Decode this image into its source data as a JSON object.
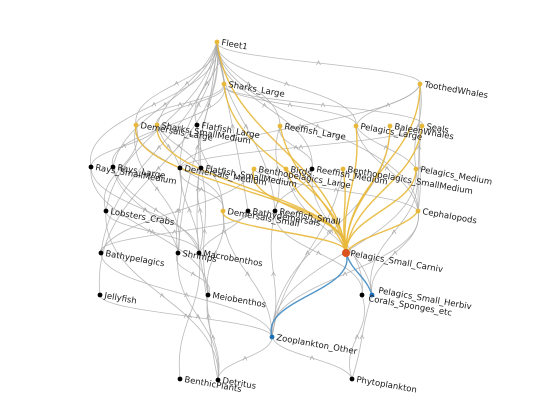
{
  "colors": {
    "edge_default": "#a9a9a9",
    "edge_highlight_in": "#e8b83a",
    "edge_highlight_out": "#4a8fc4",
    "node_default": "#000000",
    "node_predator": "#e8b83a",
    "node_selected": "#d9541e",
    "node_prey": "#1f6fb5"
  },
  "nodes": [
    {
      "id": "Fleet1",
      "label": "Fleet1",
      "role": "predator"
    },
    {
      "id": "Sharks_Large",
      "label": "Sharks_Large",
      "role": "predator"
    },
    {
      "id": "ToothedWhales",
      "label": "ToothedWhales",
      "role": "predator"
    },
    {
      "id": "Sharks_SmallMedium",
      "label": "Sharks_SmallMedium",
      "role": "predator"
    },
    {
      "id": "Flatfish_Large",
      "label": "Flatfish_Large",
      "role": "default"
    },
    {
      "id": "Demersals_Large",
      "label": "Demersals_Large",
      "role": "predator"
    },
    {
      "id": "Reeffish_Large",
      "label": "Reeffish_Large",
      "role": "predator"
    },
    {
      "id": "Pelagics_Large",
      "label": "Pelagics_Large",
      "role": "predator"
    },
    {
      "id": "BaleenWhales",
      "label": "BaleenWhales",
      "role": "predator"
    },
    {
      "id": "Seals",
      "label": "Seals",
      "role": "predator"
    },
    {
      "id": "Rays_Large",
      "label": "Rays_Large",
      "role": "default"
    },
    {
      "id": "Rays_SmallMedium",
      "label": "Rays_SmallMedium",
      "role": "default"
    },
    {
      "id": "Flatfish_SmallMedium",
      "label": "Flatfish_SmallMedium",
      "role": "default"
    },
    {
      "id": "Demersals_Medium",
      "label": "Demersals_Medium",
      "role": "default"
    },
    {
      "id": "Benthopelagics_Large",
      "label": "Benthopelagics_Large",
      "role": "predator"
    },
    {
      "id": "Birds",
      "label": "Birds",
      "role": "predator"
    },
    {
      "id": "Reeffish_Medium",
      "label": "Reeffish_Medium",
      "role": "default"
    },
    {
      "id": "Benthopelagics_SmallMedium",
      "label": "Benthopelagics_SmallMedium",
      "role": "predator"
    },
    {
      "id": "Pelagics_Medium",
      "label": "Pelagics_Medium",
      "role": "predator"
    },
    {
      "id": "Lobsters_Crabs",
      "label": "Lobsters_Crabs",
      "role": "default"
    },
    {
      "id": "Bathydemersals",
      "label": "Bathydemersals",
      "role": "default"
    },
    {
      "id": "Demersals_Small",
      "label": "Demersals_Small",
      "role": "predator"
    },
    {
      "id": "Reeffish_Small",
      "label": "Reeffish_Small",
      "role": "default"
    },
    {
      "id": "Cephalopods",
      "label": "Cephalopods",
      "role": "predator"
    },
    {
      "id": "Pelagics_Small_Carniv",
      "label": "Pelagics_Small_Carniv",
      "role": "selected"
    },
    {
      "id": "Bathypelagics",
      "label": "Bathypelagics",
      "role": "default"
    },
    {
      "id": "Shrimps",
      "label": "Shrimps",
      "role": "default"
    },
    {
      "id": "Macrobenthos",
      "label": "Macrobenthos",
      "role": "default"
    },
    {
      "id": "Jellyfish",
      "label": "Jellyfish",
      "role": "default"
    },
    {
      "id": "Meiobenthos",
      "label": "Meiobenthos",
      "role": "default"
    },
    {
      "id": "Pelagics_Small_Herbiv",
      "label": "Pelagics_Small_Herbiv",
      "role": "prey"
    },
    {
      "id": "Corals_Sponges_etc",
      "label": "Corals_Sponges_etc",
      "role": "default"
    },
    {
      "id": "Zooplankton_Other",
      "label": "Zooplankton_Other",
      "role": "prey"
    },
    {
      "id": "Detritus",
      "label": "Detritus",
      "role": "default"
    },
    {
      "id": "BenthicPlants",
      "label": "BenthicPlants",
      "role": "default"
    },
    {
      "id": "Phytoplankton",
      "label": "Phytoplankton",
      "role": "default"
    }
  ],
  "edges": [
    [
      "Pelagics_Small_Carniv",
      "Fleet1",
      "in"
    ],
    [
      "Pelagics_Small_Carniv",
      "Sharks_Large",
      "in"
    ],
    [
      "Pelagics_Small_Carniv",
      "ToothedWhales",
      "in"
    ],
    [
      "Pelagics_Small_Carniv",
      "Sharks_SmallMedium",
      "in"
    ],
    [
      "Pelagics_Small_Carniv",
      "Demersals_Large",
      "in"
    ],
    [
      "Pelagics_Small_Carniv",
      "Reeffish_Large",
      "in"
    ],
    [
      "Pelagics_Small_Carniv",
      "Pelagics_Large",
      "in"
    ],
    [
      "Pelagics_Small_Carniv",
      "BaleenWhales",
      "in"
    ],
    [
      "Pelagics_Small_Carniv",
      "Seals",
      "in"
    ],
    [
      "Pelagics_Small_Carniv",
      "Benthopelagics_Large",
      "in"
    ],
    [
      "Pelagics_Small_Carniv",
      "Birds",
      "in"
    ],
    [
      "Pelagics_Small_Carniv",
      "Benthopelagics_SmallMedium",
      "in"
    ],
    [
      "Pelagics_Small_Carniv",
      "Pelagics_Medium",
      "in"
    ],
    [
      "Pelagics_Small_Carniv",
      "Demersals_Small",
      "in"
    ],
    [
      "Pelagics_Small_Carniv",
      "Cephalopods",
      "in"
    ],
    [
      "Zooplankton_Other",
      "Pelagics_Small_Carniv",
      "out"
    ],
    [
      "Pelagics_Small_Herbiv",
      "Pelagics_Small_Carniv",
      "out"
    ],
    [
      "Sharks_Large",
      "Fleet1",
      "d"
    ],
    [
      "ToothedWhales",
      "Fleet1",
      "d"
    ],
    [
      "Sharks_SmallMedium",
      "Fleet1",
      "d"
    ],
    [
      "Flatfish_Large",
      "Fleet1",
      "d"
    ],
    [
      "Demersals_Large",
      "Fleet1",
      "d"
    ],
    [
      "Reeffish_Large",
      "Fleet1",
      "d"
    ],
    [
      "Pelagics_Large",
      "Fleet1",
      "d"
    ],
    [
      "Rays_Large",
      "Fleet1",
      "d"
    ],
    [
      "Rays_SmallMedium",
      "Fleet1",
      "d"
    ],
    [
      "Flatfish_SmallMedium",
      "Fleet1",
      "d"
    ],
    [
      "Demersals_Medium",
      "Fleet1",
      "d"
    ],
    [
      "Reeffish_Medium",
      "Fleet1",
      "d"
    ],
    [
      "Lobsters_Crabs",
      "Fleet1",
      "d"
    ],
    [
      "Bathydemersals",
      "Fleet1",
      "d"
    ],
    [
      "Reeffish_Small",
      "Fleet1",
      "d"
    ],
    [
      "Cephalopods",
      "Fleet1",
      "d"
    ],
    [
      "Shrimps",
      "Fleet1",
      "d"
    ],
    [
      "Bathypelagics",
      "Fleet1",
      "d"
    ],
    [
      "Jellyfish",
      "Fleet1",
      "d"
    ],
    [
      "Sharks_SmallMedium",
      "Sharks_Large",
      "d"
    ],
    [
      "Demersals_Large",
      "Sharks_Large",
      "d"
    ],
    [
      "Pelagics_Large",
      "Sharks_Large",
      "d"
    ],
    [
      "Seals",
      "Sharks_Large",
      "d"
    ],
    [
      "Rays_Large",
      "Sharks_Large",
      "d"
    ],
    [
      "Pelagics_Medium",
      "ToothedWhales",
      "d"
    ],
    [
      "Cephalopods",
      "ToothedWhales",
      "d"
    ],
    [
      "Pelagics_Large",
      "ToothedWhales",
      "d"
    ],
    [
      "Demersals_Medium",
      "ToothedWhales",
      "d"
    ],
    [
      "Flatfish_SmallMedium",
      "Sharks_SmallMedium",
      "d"
    ],
    [
      "Demersals_Medium",
      "Sharks_SmallMedium",
      "d"
    ],
    [
      "Rays_SmallMedium",
      "Sharks_SmallMedium",
      "d"
    ],
    [
      "Demersals_Small",
      "Demersals_Large",
      "d"
    ],
    [
      "Shrimps",
      "Demersals_Large",
      "d"
    ],
    [
      "Lobsters_Crabs",
      "Demersals_Large",
      "d"
    ],
    [
      "Macrobenthos",
      "Flatfish_Large",
      "d"
    ],
    [
      "Demersals_Small",
      "Flatfish_Large",
      "d"
    ],
    [
      "Reeffish_Medium",
      "Reeffish_Large",
      "d"
    ],
    [
      "Reeffish_Small",
      "Reeffish_Large",
      "d"
    ],
    [
      "Pelagics_Medium",
      "Pelagics_Large",
      "d"
    ],
    [
      "Cephalopods",
      "Pelagics_Large",
      "d"
    ],
    [
      "Zooplankton_Other",
      "BaleenWhales",
      "d"
    ],
    [
      "Cephalopods",
      "Seals",
      "d"
    ],
    [
      "Demersals_Medium",
      "Seals",
      "d"
    ],
    [
      "Macrobenthos",
      "Rays_Large",
      "d"
    ],
    [
      "Shrimps",
      "Rays_Large",
      "d"
    ],
    [
      "Macrobenthos",
      "Rays_SmallMedium",
      "d"
    ],
    [
      "Meiobenthos",
      "Rays_SmallMedium",
      "d"
    ],
    [
      "Macrobenthos",
      "Flatfish_SmallMedium",
      "d"
    ],
    [
      "Meiobenthos",
      "Flatfish_SmallMedium",
      "d"
    ],
    [
      "Shrimps",
      "Demersals_Medium",
      "d"
    ],
    [
      "Macrobenthos",
      "Demersals_Medium",
      "d"
    ],
    [
      "Demersals_Small",
      "Demersals_Medium",
      "d"
    ],
    [
      "Bathypelagics",
      "Benthopelagics_Large",
      "d"
    ],
    [
      "Cephalopods",
      "Benthopelagics_Large",
      "d"
    ],
    [
      "Pelagics_Small_Herbiv",
      "Birds",
      "d"
    ],
    [
      "Reeffish_Small",
      "Reeffish_Medium",
      "d"
    ],
    [
      "Corals_Sponges_etc",
      "Reeffish_Medium",
      "d"
    ],
    [
      "Zooplankton_Other",
      "Benthopelagics_SmallMedium",
      "d"
    ],
    [
      "Pelagics_Small_Herbiv",
      "Pelagics_Medium",
      "d"
    ],
    [
      "Zooplankton_Other",
      "Pelagics_Medium",
      "d"
    ],
    [
      "Macrobenthos",
      "Lobsters_Crabs",
      "d"
    ],
    [
      "Detritus",
      "Lobsters_Crabs",
      "d"
    ],
    [
      "Macrobenthos",
      "Bathydemersals",
      "d"
    ],
    [
      "Bathypelagics",
      "Bathydemersals",
      "d"
    ],
    [
      "Meiobenthos",
      "Demersals_Small",
      "d"
    ],
    [
      "Zooplankton_Other",
      "Demersals_Small",
      "d"
    ],
    [
      "Corals_Sponges_etc",
      "Reeffish_Small",
      "d"
    ],
    [
      "Zooplankton_Other",
      "Reeffish_Small",
      "d"
    ],
    [
      "Zooplankton_Other",
      "Cephalopods",
      "d"
    ],
    [
      "Pelagics_Small_Herbiv",
      "Cephalopods",
      "d"
    ],
    [
      "Zooplankton_Other",
      "Bathypelagics",
      "d"
    ],
    [
      "Detritus",
      "Shrimps",
      "d"
    ],
    [
      "Meiobenthos",
      "Shrimps",
      "d"
    ],
    [
      "Detritus",
      "Macrobenthos",
      "d"
    ],
    [
      "BenthicPlants",
      "Macrobenthos",
      "d"
    ],
    [
      "Zooplankton_Other",
      "Jellyfish",
      "d"
    ],
    [
      "Detritus",
      "Meiobenthos",
      "d"
    ],
    [
      "Phytoplankton",
      "Pelagics_Small_Herbiv",
      "d"
    ],
    [
      "Phytoplankton",
      "Corals_Sponges_etc",
      "d"
    ],
    [
      "Phytoplankton",
      "Zooplankton_Other",
      "d"
    ],
    [
      "Detritus",
      "Zooplankton_Other",
      "d"
    ]
  ]
}
